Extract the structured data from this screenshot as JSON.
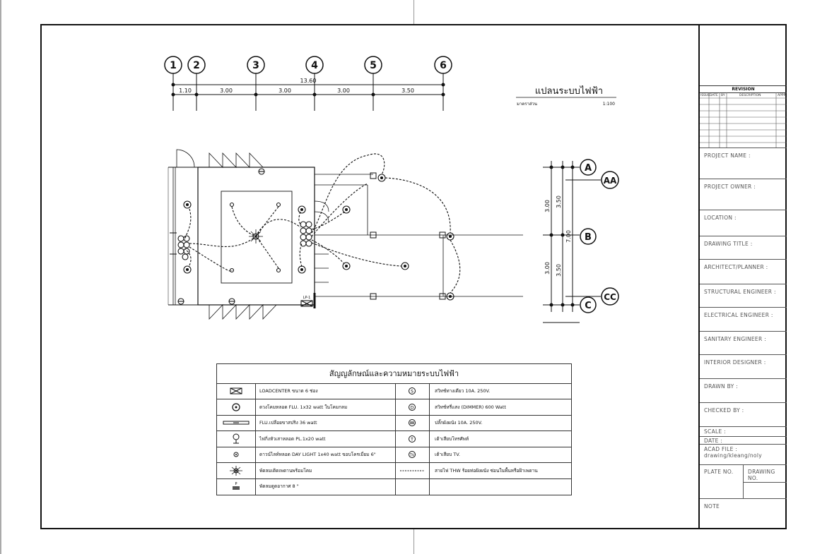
{
  "plan": {
    "title": "แปลนระบบไฟฟ้า",
    "scale_label": "มาตราส่วน",
    "scale_value": "1:100",
    "grid_cols": [
      "1",
      "2",
      "3",
      "4",
      "5",
      "6"
    ],
    "total_dim": "13.60",
    "col_dims": [
      "1.10",
      "3.00",
      "3.00",
      "3.00",
      "3.50"
    ],
    "grid_rows": [
      "A",
      "B",
      "C"
    ],
    "section_marks": [
      "AA",
      "CC"
    ],
    "row_dims_outer": [
      "3.00",
      "3.00"
    ],
    "row_dims_inner": [
      "3.50",
      "3.50"
    ],
    "row_total": "7.00",
    "panel_label": "LP-1"
  },
  "legend": {
    "title": "สัญญลักษณ์และความหมายระบบไฟฟ้า",
    "rows": [
      {
        "left_icon": "loadcenter-icon",
        "left_text": "LOADCENTER ขนาด 6 ช่อง",
        "right_icon": "switch-s-icon",
        "right_text": "สวิทช์ทางเดียว 10A. 250V."
      },
      {
        "left_icon": "round-lamp-icon",
        "left_text": "ดวงโคมหลอด FLU. 1x32 watt ในโคมกลม",
        "right_icon": "dimmer-icon",
        "right_text": "สวิทช์หรี่แสง (DIMMER) 600 Watt"
      },
      {
        "left_icon": "flu-tube-icon",
        "left_text": "FLU.เปลือยขาสปริง 36 watt",
        "right_icon": "outlet-icon",
        "right_text": "ปลั๊กผังผนัง 10A. 250V."
      },
      {
        "left_icon": "pole-lamp-icon",
        "left_text": "ไฟกิ่งหัวเสาหลอด PL.1x20 watt",
        "right_icon": "telephone-icon",
        "right_text": "เต้าเสียบโทรศัพท์"
      },
      {
        "left_icon": "downlight-icon",
        "left_text": "ดาวน์ไลท์หลอด DAY LIGHT 1x40 watt ขอบโครเมี่ยม 6\"",
        "right_icon": "tv-icon",
        "right_text": "เต้าเสียบ TV."
      },
      {
        "left_icon": "ceiling-fan-icon",
        "left_text": "พัดลมเติดเพดานพร้อมโคม",
        "right_icon": "dashed-line-icon",
        "right_text": "สายไฟ THW ร้อยท่อฝังผนัง ซ่อนในพื้นหรือฝ้าเพดาน"
      },
      {
        "left_icon": "exhaust-fan-icon",
        "left_text": "พัดลมดูดอากาศ 8 \"",
        "right_icon": "",
        "right_text": ""
      }
    ]
  },
  "title_block": {
    "revision_title": "REVISION",
    "revision_cols": [
      "ISSUE",
      "DATE",
      "BY",
      "DESCRIPTION",
      "APPR"
    ],
    "fields": [
      "PROJECT NAME :",
      "PROJECT OWNER :",
      "LOCATION :",
      "DRAWING TITLE :",
      "ARCHITECT/PLANNER :",
      "STRUCTURAL ENGINEER :",
      "ELECTRICAL ENGINEER :",
      "SANITARY ENGINEER :",
      "INTERIOR DESIGNER :",
      "DRAWN BY :",
      "CHECKED BY :"
    ],
    "scale": "SCALE :",
    "date": "DATE :",
    "acad_file": "ACAD FILE :",
    "acad_path": "drawing/kleang/noly",
    "plate_no": "PLATE NO.",
    "drawing_no": "DRAWING NO.",
    "note": "NOTE"
  },
  "colors": {
    "line": "#111111",
    "thin": "#555555",
    "paper": "#ffffff"
  }
}
